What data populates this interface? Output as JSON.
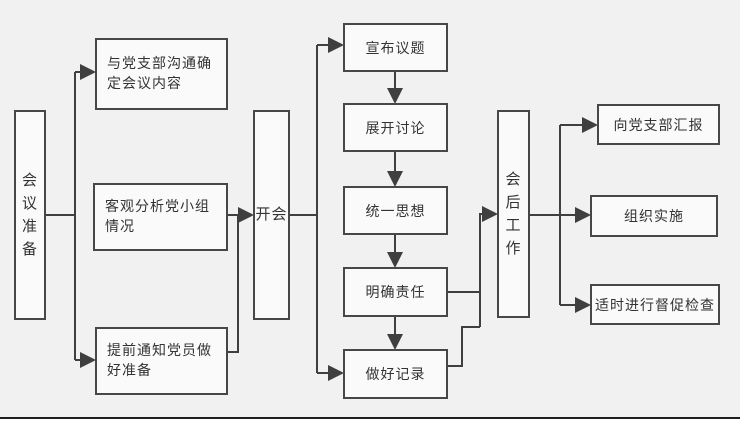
{
  "diagram": {
    "colors": {
      "background": "#f1f1f1",
      "node_fill": "#fafafa",
      "node_border": "#474747",
      "line": "#3f3f3f",
      "text": "#333333"
    },
    "stages": {
      "prepare": "会议准备",
      "meeting": "开会",
      "after": "会后工作"
    },
    "prep_steps": [
      {
        "label": "与党支部沟通确定会议内容"
      },
      {
        "label": "客观分析党小组情况"
      },
      {
        "label": "提前通知党员做好准备"
      }
    ],
    "meeting_steps": [
      {
        "label": "宣布议题"
      },
      {
        "label": "展开讨论"
      },
      {
        "label": "统一思想"
      },
      {
        "label": "明确责任"
      },
      {
        "label": "做好记录"
      }
    ],
    "after_steps": [
      {
        "label": "向党支部汇报"
      },
      {
        "label": "组织实施"
      },
      {
        "label": "适时进行督促检查"
      }
    ]
  }
}
